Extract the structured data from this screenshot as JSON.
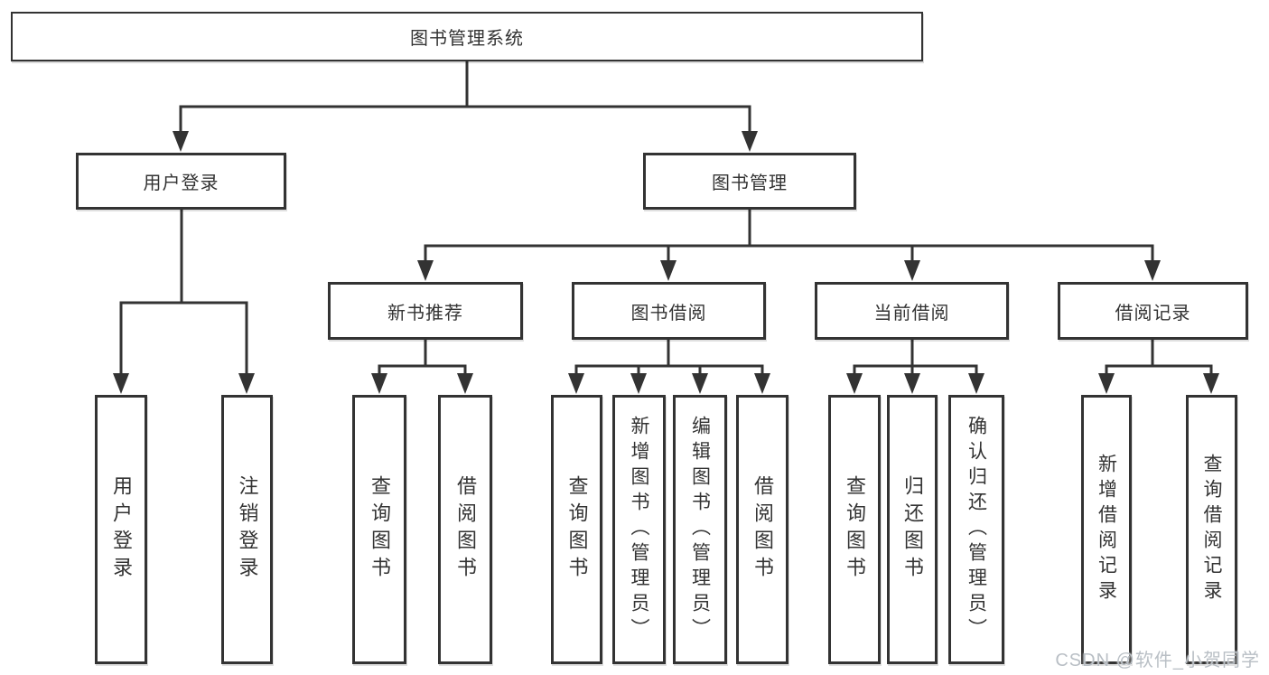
{
  "root": {
    "label": "图书管理系统"
  },
  "groups": {
    "user": {
      "label": "用户登录",
      "children": [
        {
          "label": "用户登录"
        },
        {
          "label": "注销登录"
        }
      ]
    },
    "management": {
      "label": "图书管理",
      "sections": [
        {
          "label": "新书推荐",
          "children": [
            {
              "label": "查询图书"
            },
            {
              "label": "借阅图书"
            }
          ]
        },
        {
          "label": "图书借阅",
          "children": [
            {
              "label": "查询图书"
            },
            {
              "label": "新增图书（管理员）"
            },
            {
              "label": "编辑图书（管理员）"
            },
            {
              "label": "借阅图书"
            }
          ]
        },
        {
          "label": "当前借阅",
          "children": [
            {
              "label": "查询图书"
            },
            {
              "label": "归还图书"
            },
            {
              "label": "确认归还（管理员）"
            }
          ]
        },
        {
          "label": "借阅记录",
          "children": [
            {
              "label": "新增借阅记录"
            },
            {
              "label": "查询借阅记录"
            }
          ]
        }
      ]
    }
  },
  "watermark": {
    "text": "CSDN @软件_小贺同学"
  },
  "colors": {
    "line": "#333333",
    "text": "#333333",
    "background": "#ffffff",
    "watermark": "#b9bfc5"
  }
}
